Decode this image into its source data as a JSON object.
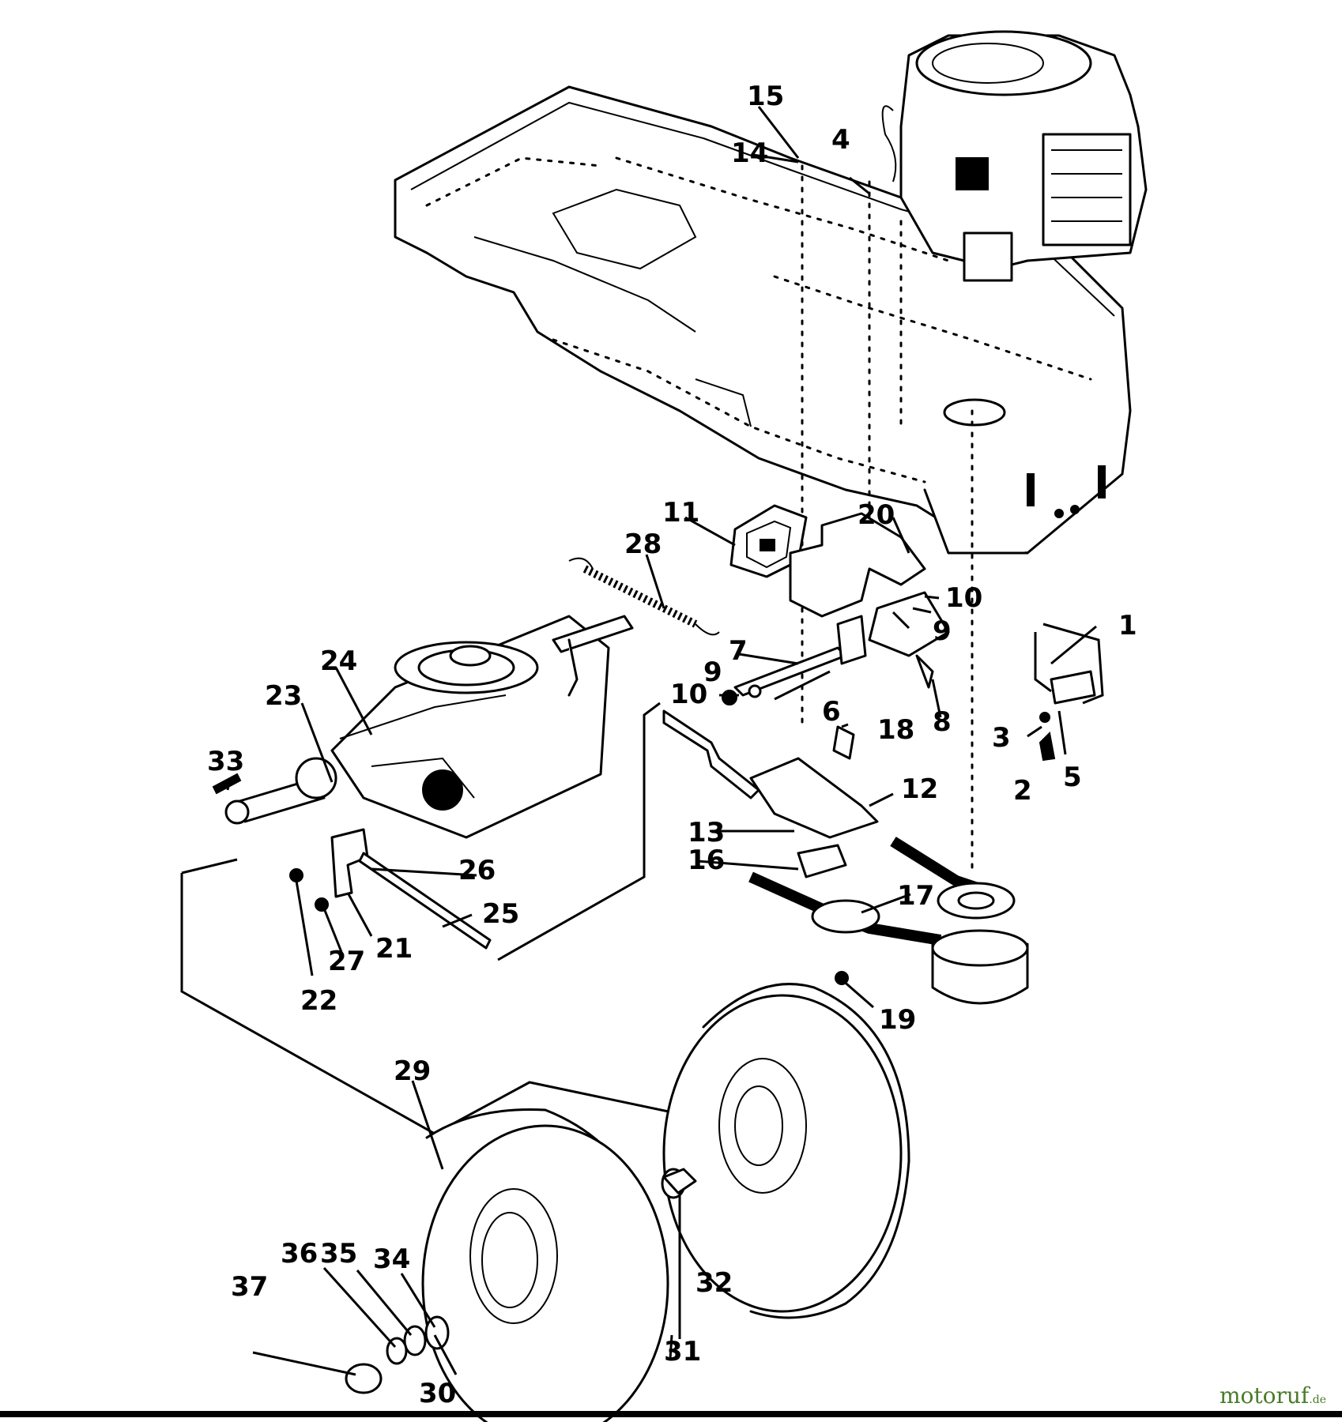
{
  "diagram": {
    "kind": "exploded parts view",
    "callouts": [
      "1",
      "2",
      "3",
      "4",
      "5",
      "6",
      "7",
      "8",
      "9",
      "9",
      "10",
      "10",
      "11",
      "12",
      "13",
      "14",
      "15",
      "16",
      "17",
      "18",
      "19",
      "20",
      "21",
      "22",
      "23",
      "24",
      "25",
      "26",
      "27",
      "28",
      "29",
      "30",
      "31",
      "32",
      "33",
      "34",
      "35",
      "36",
      "37"
    ]
  },
  "watermark": {
    "text": "motoruf",
    "suffix": ".de",
    "color": "#4a7b2a"
  }
}
